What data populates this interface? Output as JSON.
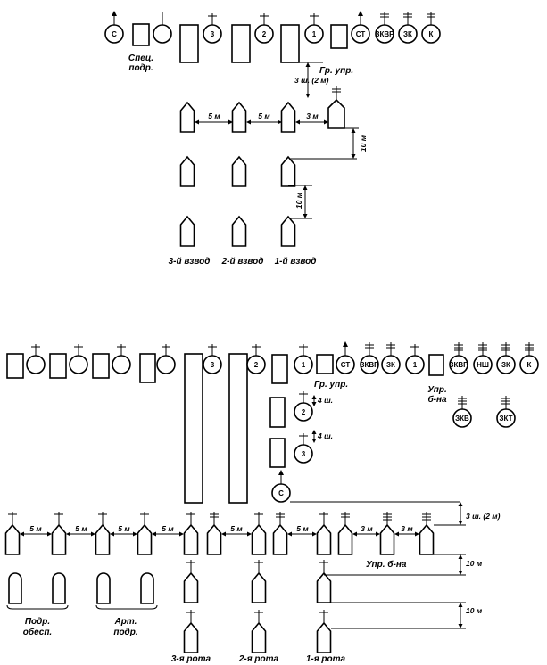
{
  "top": {
    "circles": [
      {
        "text": "С",
        "flag": "arrow"
      },
      {
        "text": "",
        "flag": "bar"
      },
      {
        "text": "3",
        "flag": "cross1"
      },
      {
        "text": "2",
        "flag": "cross1"
      },
      {
        "text": "1",
        "flag": "cross1"
      },
      {
        "text": "СТ",
        "flag": "arrow"
      },
      {
        "text": "ЗКВР",
        "flag": "cross2"
      },
      {
        "text": "ЗК",
        "flag": "cross2"
      },
      {
        "text": "К",
        "flag": "cross2"
      }
    ],
    "spec_label": [
      "Спец.",
      "подр."
    ],
    "gr_label": "Гр. упр.",
    "platoons": [
      "3-й взвод",
      "2-й взвод",
      "1-й взвод"
    ],
    "dims": {
      "d3sh": "3 ш. (2 м)",
      "d5m": "5 м",
      "d3m": "3 м",
      "d10m": "10 м"
    }
  },
  "bottom": {
    "circles": [
      {
        "text": "3",
        "flag": "cross1"
      },
      {
        "text": "2",
        "flag": "cross1"
      },
      {
        "text": "1",
        "flag": "cross1"
      },
      {
        "text": "СТ",
        "flag": "arrow"
      },
      {
        "text": "ЗКВР",
        "flag": "cross2"
      },
      {
        "text": "ЗК",
        "flag": "cross2"
      },
      {
        "text": "1",
        "flag": "cross1"
      },
      {
        "text": "ЗКВР",
        "flag": "cross3"
      },
      {
        "text": "НШ",
        "flag": "cross3"
      },
      {
        "text": "ЗК",
        "flag": "cross3"
      },
      {
        "text": "К",
        "flag": "cross3"
      },
      {
        "text": "2",
        "flag": "cross1"
      },
      {
        "text": "3",
        "flag": "cross1"
      },
      {
        "text": "С",
        "flag": "arrow"
      },
      {
        "text": "ЗКВ",
        "flag": "cross3"
      },
      {
        "text": "ЗКТ",
        "flag": "cross3"
      }
    ],
    "gr_label": "Гр. упр.",
    "upr_label": [
      "Упр.",
      "б-на"
    ],
    "upr_bn": "Упр. б-на",
    "podr_label": [
      "Подр.",
      "обесп."
    ],
    "art_label": [
      "Арт.",
      "подр."
    ],
    "companies": [
      "3-я рота",
      "2-я рота",
      "1-я рота"
    ],
    "dims": {
      "d3sh": "3 ш. (2 м)",
      "d4sh": "4 ш.",
      "d5m": "5 м",
      "d3m": "3 м",
      "d10m": "10 м"
    }
  }
}
